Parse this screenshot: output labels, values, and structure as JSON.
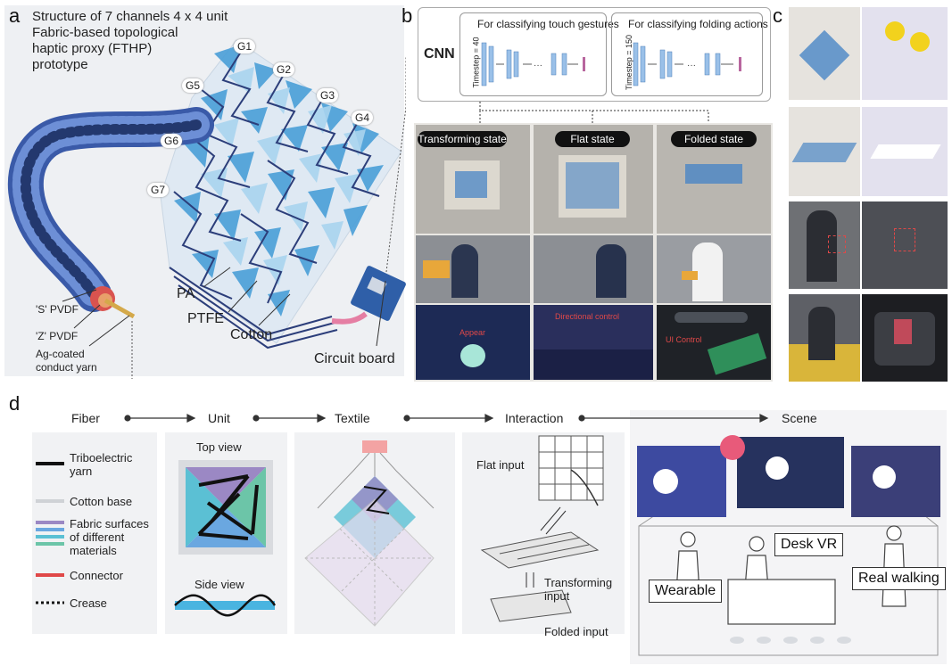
{
  "panel_a": {
    "label": "a",
    "title_lines": [
      "Structure of 7 channels 4 x 4 unit",
      "Fabric-based topological",
      "haptic proxy (FTHP)",
      "prototype"
    ],
    "channels": [
      "G1",
      "G2",
      "G3",
      "G4",
      "G5",
      "G6",
      "G7"
    ],
    "material_labels": {
      "pa": "PA",
      "ptfe": "PTFE",
      "cotton": "Cotton",
      "circuit": "Circuit board"
    },
    "fiber_labels": {
      "s_pvdf": "'S' PVDF",
      "z_pvdf": "'Z' PVDF",
      "ag_line1": "Ag-coated",
      "ag_line2": "conduct yarn"
    }
  },
  "panel_b": {
    "label": "b",
    "cnn": "CNN",
    "box1_title": "For classifying touch gestures",
    "box1_timestep": "Timestep = 40",
    "box2_title": "For classifying folding actions",
    "box2_timestep": "Timestep = 150",
    "states": [
      "Transforming state",
      "Flat state",
      "Folded state"
    ],
    "overlay_labels": {
      "appear": "Appear",
      "directional": "Directional control",
      "ui": "UI Control"
    }
  },
  "panel_c": {
    "label": "c"
  },
  "panel_d": {
    "label": "d",
    "stages": [
      "Fiber",
      "Unit",
      "Textile",
      "Interaction",
      "Scene"
    ],
    "legend": {
      "yarn": [
        "Triboelectric",
        "yarn"
      ],
      "cotton": "Cotton base",
      "fabric": [
        "Fabric surfaces",
        "of different",
        "materials"
      ],
      "connector": "Connector",
      "crease": "Crease"
    },
    "unit_views": {
      "top": "Top view",
      "side": "Side view"
    },
    "interaction_labels": {
      "flat": "Flat input",
      "transforming": [
        "Transforming",
        "input"
      ],
      "folded": "Folded input"
    },
    "scene_tags": {
      "wearable": "Wearable",
      "desk": "Desk VR",
      "walking": "Real walking"
    }
  },
  "colors": {
    "blue": "#4a9fd8",
    "lightblue": "#a9d4ef",
    "navy": "#2c3e7a",
    "red": "#e04848",
    "purple": "#9b88c4",
    "green": "#6cc5a8"
  }
}
